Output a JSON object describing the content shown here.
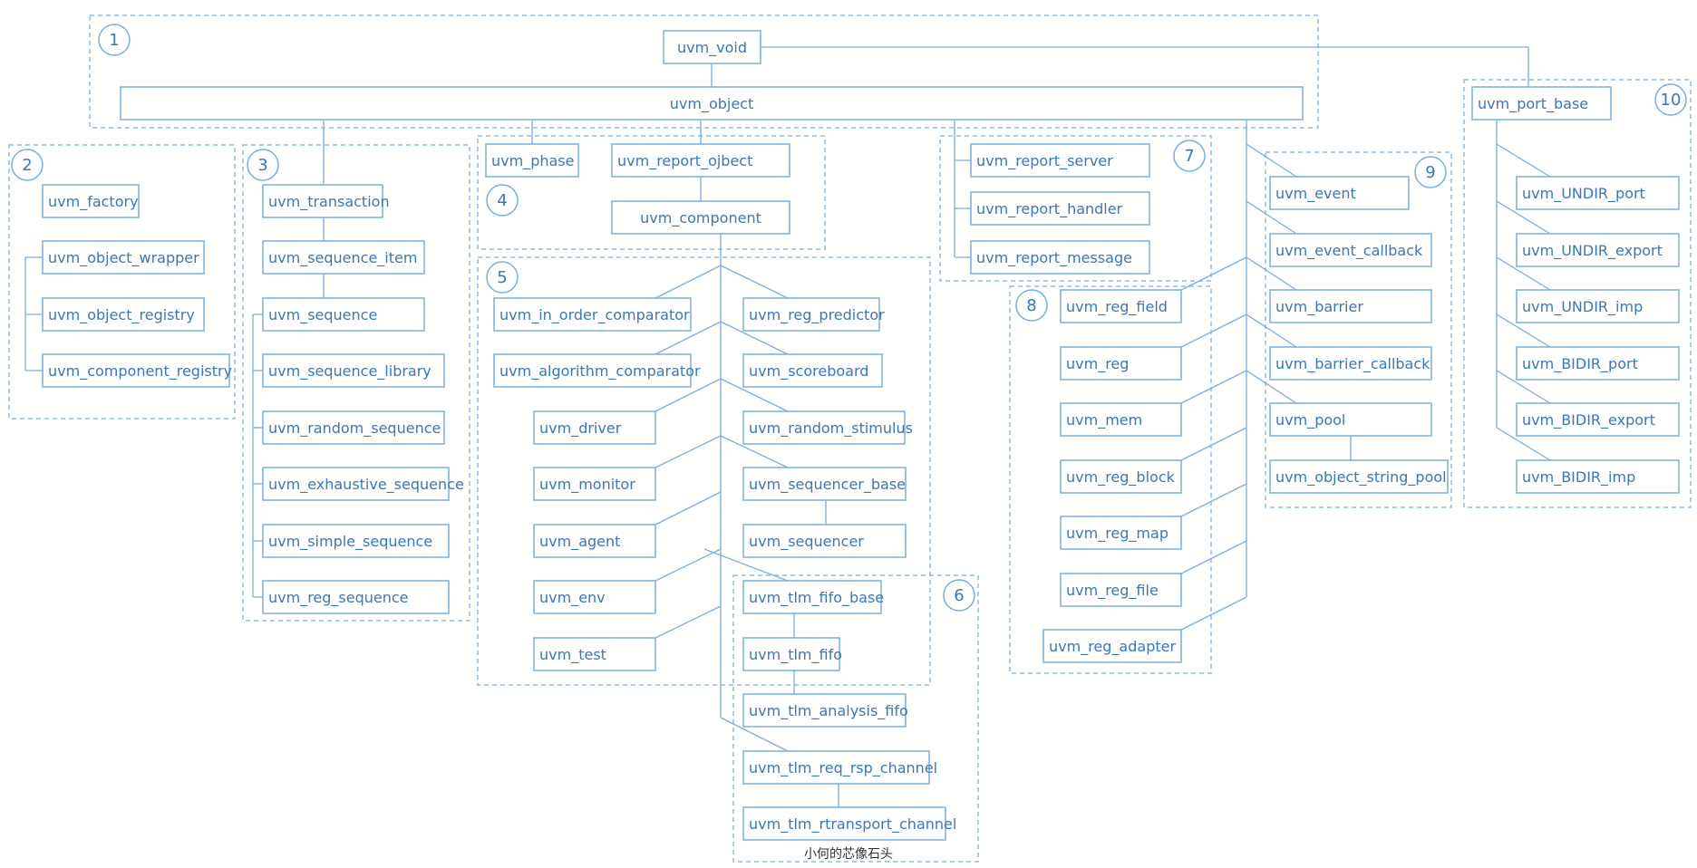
{
  "caption": "小何的芯像石头",
  "colors": {
    "box_stroke": "#7aaedb",
    "text": "#3a78b4",
    "group_stroke": "#8dbbe3"
  },
  "groups": [
    {
      "id": "g1",
      "label": "1"
    },
    {
      "id": "g2",
      "label": "2"
    },
    {
      "id": "g3",
      "label": "3"
    },
    {
      "id": "g4",
      "label": "4"
    },
    {
      "id": "g5",
      "label": "5"
    },
    {
      "id": "g6",
      "label": "6"
    },
    {
      "id": "g7",
      "label": "7"
    },
    {
      "id": "g8",
      "label": "8"
    },
    {
      "id": "g9",
      "label": "9"
    },
    {
      "id": "g10",
      "label": "10"
    }
  ],
  "nodes": [
    {
      "id": "void",
      "label": "uvm_void"
    },
    {
      "id": "object",
      "label": "uvm_object"
    },
    {
      "id": "port_base",
      "label": "uvm_port_base"
    },
    {
      "id": "factory",
      "label": "uvm_factory"
    },
    {
      "id": "object_wrapper",
      "label": "uvm_object_wrapper"
    },
    {
      "id": "object_registry",
      "label": "uvm_object_registry"
    },
    {
      "id": "component_registry",
      "label": "uvm_component_registry"
    },
    {
      "id": "transaction",
      "label": "uvm_transaction"
    },
    {
      "id": "sequence_item",
      "label": "uvm_sequence_item"
    },
    {
      "id": "sequence",
      "label": "uvm_sequence"
    },
    {
      "id": "sequence_library",
      "label": "uvm_sequence_library"
    },
    {
      "id": "random_sequence",
      "label": "uvm_random_sequence"
    },
    {
      "id": "exhaustive_sequence",
      "label": "uvm_exhaustive_sequence"
    },
    {
      "id": "simple_sequence",
      "label": "uvm_simple_sequence"
    },
    {
      "id": "reg_sequence",
      "label": "uvm_reg_sequence"
    },
    {
      "id": "phase",
      "label": "uvm_phase"
    },
    {
      "id": "report_object",
      "label": "uvm_report_ojbect"
    },
    {
      "id": "component",
      "label": "uvm_component"
    },
    {
      "id": "in_order_comparator",
      "label": "uvm_in_order_comparator"
    },
    {
      "id": "reg_predictor",
      "label": "uvm_reg_predictor"
    },
    {
      "id": "algorithm_comparator",
      "label": "uvm_algorithm_comparator"
    },
    {
      "id": "scoreboard",
      "label": "uvm_scoreboard"
    },
    {
      "id": "driver",
      "label": "uvm_driver"
    },
    {
      "id": "random_stimulus",
      "label": "uvm_random_stimulus"
    },
    {
      "id": "monitor",
      "label": "uvm_monitor"
    },
    {
      "id": "sequencer_base",
      "label": "uvm_sequencer_base"
    },
    {
      "id": "agent",
      "label": "uvm_agent"
    },
    {
      "id": "sequencer",
      "label": "uvm_sequencer"
    },
    {
      "id": "env",
      "label": "uvm_env"
    },
    {
      "id": "test",
      "label": "uvm_test"
    },
    {
      "id": "tlm_fifo_base",
      "label": "uvm_tlm_fifo_base"
    },
    {
      "id": "tlm_fifo",
      "label": "uvm_tlm_fifo"
    },
    {
      "id": "tlm_analysis_fifo",
      "label": "uvm_tlm_analysis_fifo"
    },
    {
      "id": "tlm_req_rsp_channel",
      "label": "uvm_tlm_req_rsp_channel"
    },
    {
      "id": "tlm_rtransport_channel",
      "label": "uvm_tlm_rtransport_channel"
    },
    {
      "id": "report_server",
      "label": "uvm_report_server"
    },
    {
      "id": "report_handler",
      "label": "uvm_report_handler"
    },
    {
      "id": "report_message",
      "label": "uvm_report_message"
    },
    {
      "id": "reg_field",
      "label": "uvm_reg_field"
    },
    {
      "id": "reg",
      "label": "uvm_reg"
    },
    {
      "id": "mem",
      "label": "uvm_mem"
    },
    {
      "id": "reg_block",
      "label": "uvm_reg_block"
    },
    {
      "id": "reg_map",
      "label": "uvm_reg_map"
    },
    {
      "id": "reg_file",
      "label": "uvm_reg_file"
    },
    {
      "id": "reg_adapter",
      "label": "uvm_reg_adapter"
    },
    {
      "id": "event",
      "label": "uvm_event"
    },
    {
      "id": "event_callback",
      "label": "uvm_event_callback"
    },
    {
      "id": "barrier",
      "label": "uvm_barrier"
    },
    {
      "id": "barrier_callback",
      "label": "uvm_barrier_callback"
    },
    {
      "id": "pool",
      "label": "uvm_pool"
    },
    {
      "id": "object_string_pool",
      "label": "uvm_object_string_pool"
    },
    {
      "id": "undir_port",
      "label": "uvm_UNDIR_port"
    },
    {
      "id": "undir_export",
      "label": "uvm_UNDIR_export"
    },
    {
      "id": "undir_imp",
      "label": "uvm_UNDIR_imp"
    },
    {
      "id": "bidir_port",
      "label": "uvm_BIDIR_port"
    },
    {
      "id": "bidir_export",
      "label": "uvm_BIDIR_export"
    },
    {
      "id": "bidir_imp",
      "label": "uvm_BIDIR_imp"
    }
  ]
}
